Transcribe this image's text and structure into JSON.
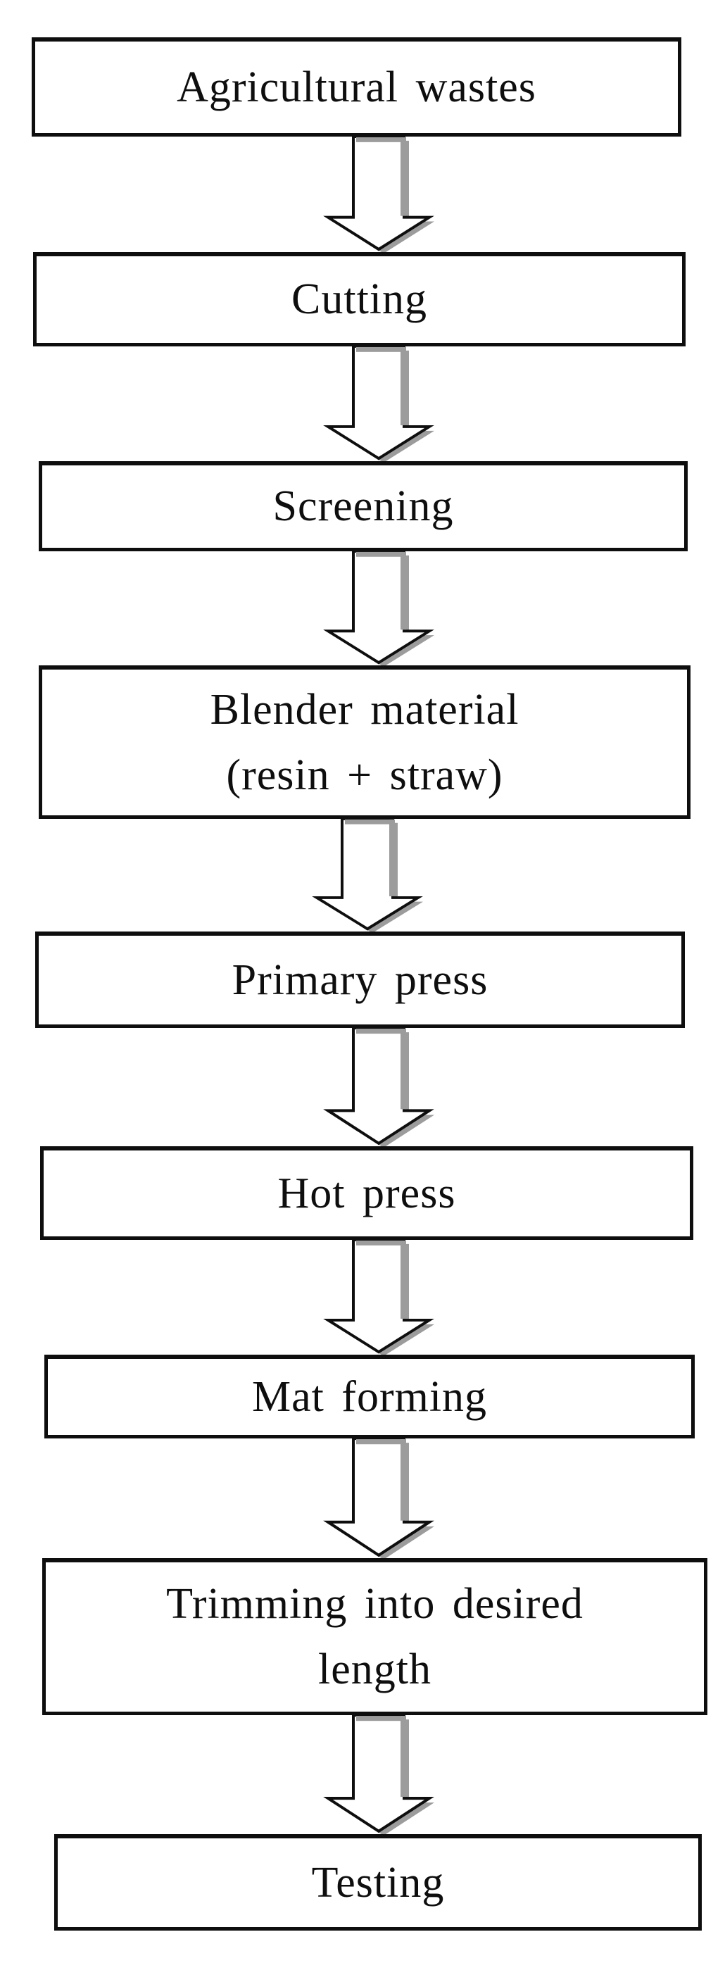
{
  "diagram": {
    "type": "flowchart",
    "direction": "top-down",
    "connector": "hollow-block-arrow-down",
    "colors": {
      "ink": "#0e0e0e",
      "paper": "#ffffff",
      "shadow": "#9c9c9c"
    },
    "steps": [
      {
        "label": "Agricultural wastes"
      },
      {
        "label": "Cutting"
      },
      {
        "label": "Screening"
      },
      {
        "label": "Blender material",
        "label2": "(resin + straw)"
      },
      {
        "label": "Primary press"
      },
      {
        "label": "Hot press"
      },
      {
        "label": "Mat forming"
      },
      {
        "label": "Trimming into desired",
        "label2": "length"
      },
      {
        "label": "Testing"
      }
    ]
  }
}
